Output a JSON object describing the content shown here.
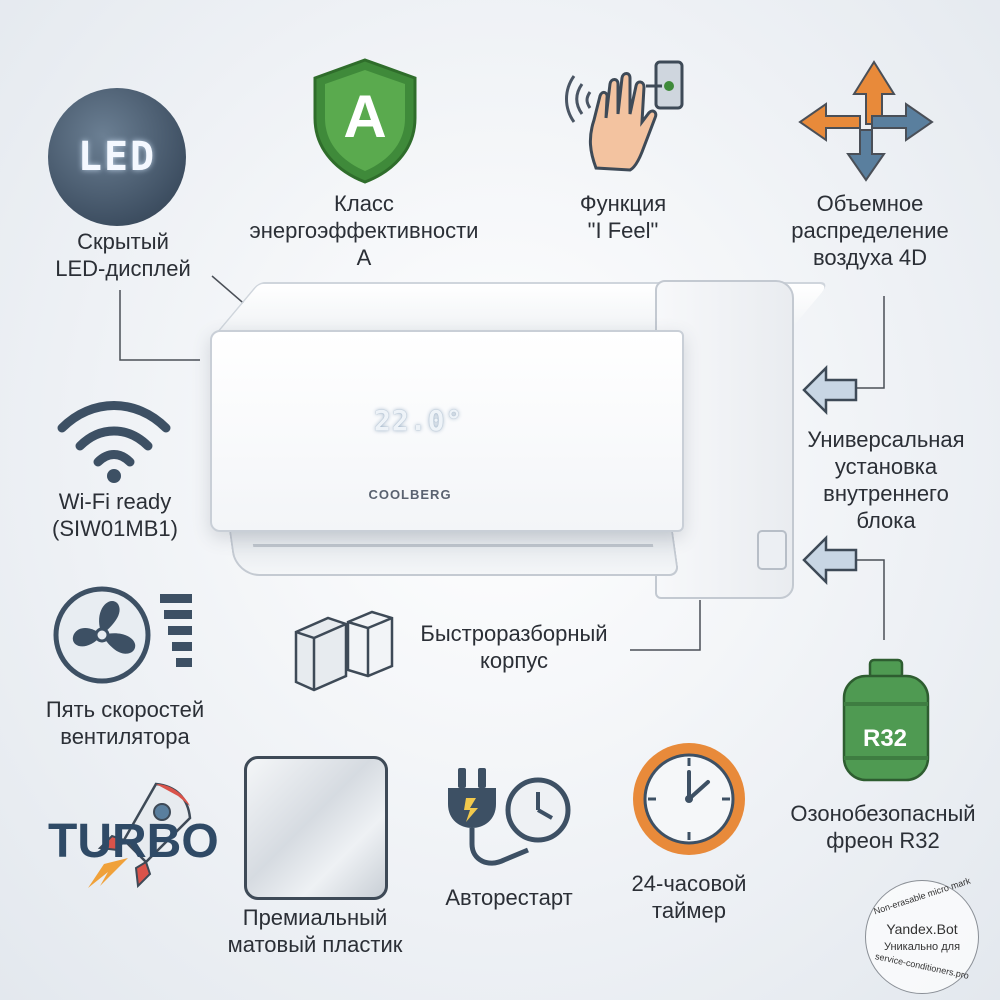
{
  "features": {
    "led_display": {
      "icon_text": "LED",
      "line1": "Скрытый",
      "line2": "LED-дисплей"
    },
    "energy_class": {
      "icon_letter": "A",
      "line1": "Класс",
      "line2": "энергоэффективности",
      "line3": "A"
    },
    "i_feel": {
      "line1": "Функция",
      "line2": "\"I Feel\""
    },
    "air_4d": {
      "line1": "Объемное",
      "line2": "распределение",
      "line3": "воздуха 4D"
    },
    "wifi": {
      "line1": "Wi-Fi ready",
      "line2": "(SIW01MB1)"
    },
    "universal_install": {
      "line1": "Универсальная",
      "line2": "установка",
      "line3": "внутреннего",
      "line4": "блока"
    },
    "quick_release": {
      "line1": "Быстроразборный",
      "line2": "корпус"
    },
    "fan_speeds": {
      "line1": "Пять скоростей",
      "line2": "вентилятора"
    },
    "refrigerant": {
      "icon_text": "R32",
      "line1": "Озонобезопасный",
      "line2": "фреон R32"
    },
    "turbo": {
      "icon_text": "TURBO"
    },
    "plastic": {
      "line1": "Премиальный",
      "line2": "матовый пластик"
    },
    "autorestart": {
      "line1": "Авторестарт"
    },
    "timer": {
      "line1": "24-часовой",
      "line2": "таймер"
    }
  },
  "unit": {
    "display_text": "22.0°",
    "brand": "COOLBERG"
  },
  "watermark": {
    "line1": "Non-erasable micro mark",
    "line2": "Yandex.Bot",
    "line3": "Уникально для",
    "line4": "service-conditioners.pro"
  },
  "colors": {
    "shield_green": "#4e9a44",
    "arrow_orange": "#e88a3a",
    "arrow_blue": "#5a7f9e",
    "tank_green": "#4f9a52",
    "icon_dark": "#3d5064"
  }
}
